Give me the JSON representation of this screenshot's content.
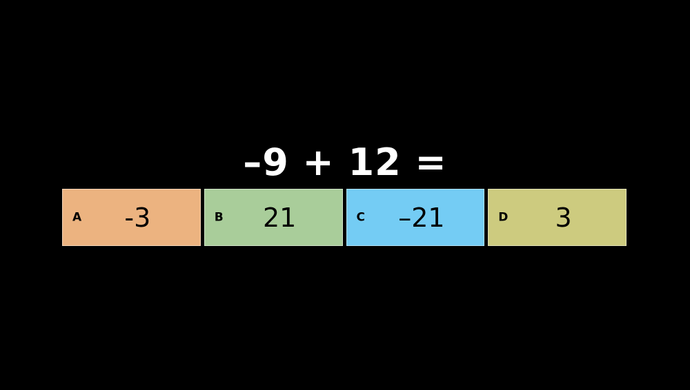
{
  "slide": {
    "background_color": "#000000",
    "question_text": "–9 + 12 =",
    "question_color": "#ffffff"
  },
  "answers": {
    "letter_color": "#000000",
    "value_color": "#000000",
    "border_color": "#ffffff",
    "options": [
      {
        "letter": "A",
        "value": "-3",
        "color": "#ecb380"
      },
      {
        "letter": "B",
        "value": "21",
        "color": "#a9cd9a"
      },
      {
        "letter": "C",
        "value": "–21",
        "color": "#74ccf4"
      },
      {
        "letter": "D",
        "value": "3",
        "color": "#cdcb7f"
      }
    ]
  }
}
